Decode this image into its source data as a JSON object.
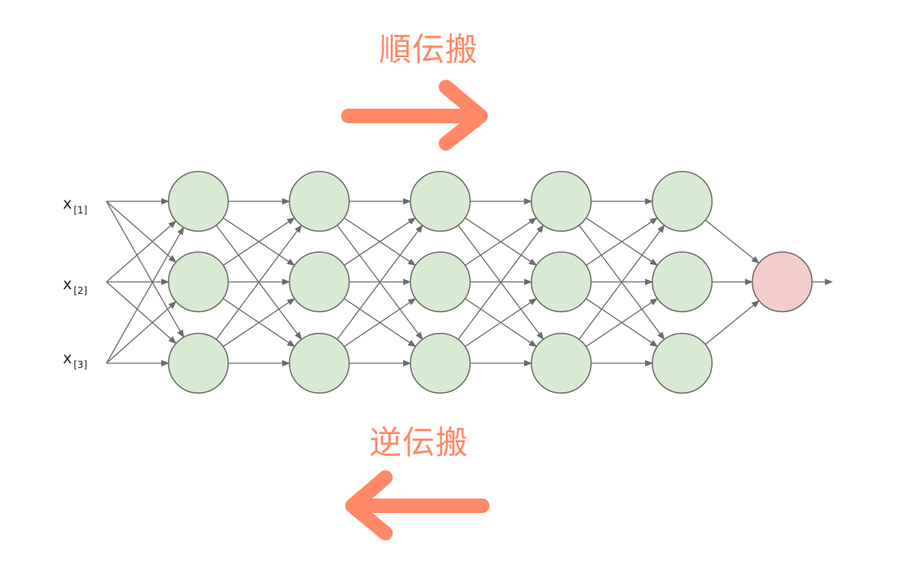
{
  "title": {
    "forward": "順伝搬",
    "backward": "逆伝搬"
  },
  "inputs": [
    {
      "base": "x",
      "sub": "[1]"
    },
    {
      "base": "x",
      "sub": "[2]"
    },
    {
      "base": "x",
      "sub": "[3]"
    }
  ],
  "network": {
    "hidden_layers": 5,
    "nodes_per_hidden_layer": 3,
    "output_nodes": 1
  },
  "colors": {
    "accent": "#ff8866",
    "hidden_fill": "#d9ead3",
    "output_fill": "#f4cccc",
    "node_stroke": "#6b6b6b",
    "edge": "#6b6b6b"
  }
}
